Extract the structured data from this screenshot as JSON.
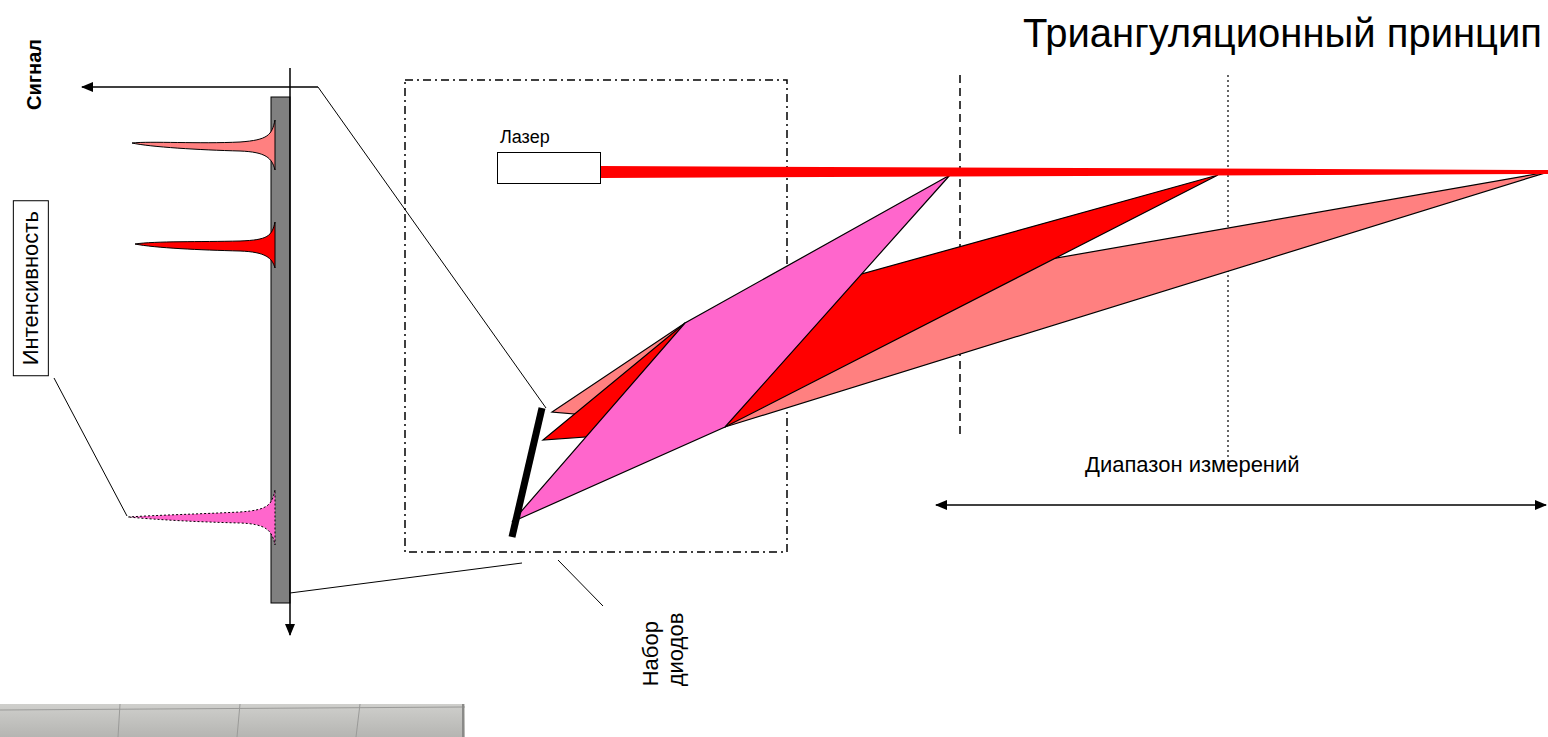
{
  "diagram": {
    "title": "Триангуляционный принцип",
    "nodes": [
      {
        "text": [
          "Лазер"
        ]
      },
      {
        "text": [
          "Интенсивность"
        ]
      }
    ],
    "labels": [
      "Сигнал",
      "Диапазон измерений",
      "Набор диодов"
    ]
  }
}
